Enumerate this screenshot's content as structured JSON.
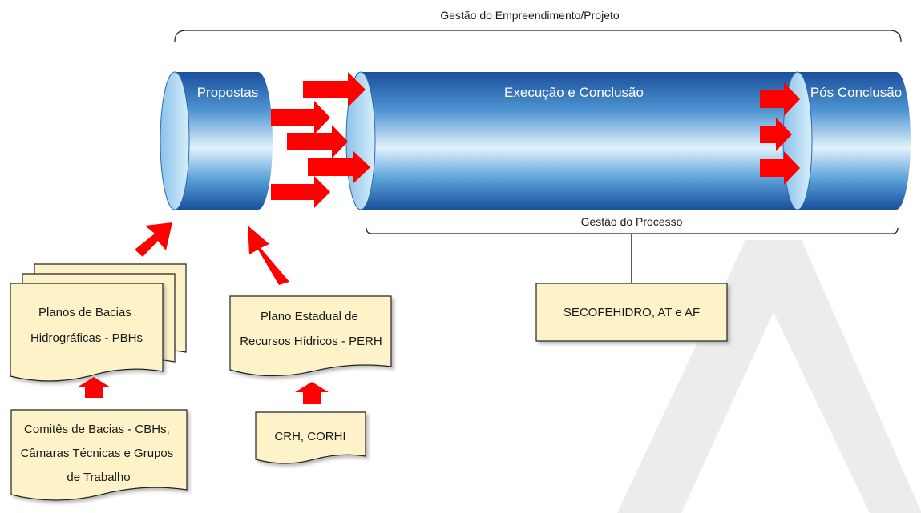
{
  "diagram": {
    "top_brace_label": "Gestão do Empreendimento/Projeto",
    "bottom_brace_label": "Gestão do Processo",
    "cylinders": {
      "propostas": "Propostas",
      "execucao": "Execução e Conclusão",
      "pos": "Pós Conclusão"
    },
    "boxes": {
      "pbh": [
        "Planos de Bacias",
        "Hidrográficas - PBHs"
      ],
      "perh": [
        "Plano Estadual de",
        "Recursos Hídricos - PERH"
      ],
      "cbh": [
        "Comitês de Bacias - CBHs,",
        "Câmaras Técnicas e Grupos",
        "de Trabalho"
      ],
      "crh": [
        "CRH,  CORHI"
      ],
      "secofehidro": "SECOFEHIDRO, AT e AF"
    },
    "watermark": "A",
    "colors": {
      "arrow": "#ff0000",
      "box_fill": "#fdf2c8",
      "cylinder_dark": "#1e5aa8",
      "cylinder_light": "#dff1fb",
      "watermark": "#ececec"
    }
  }
}
